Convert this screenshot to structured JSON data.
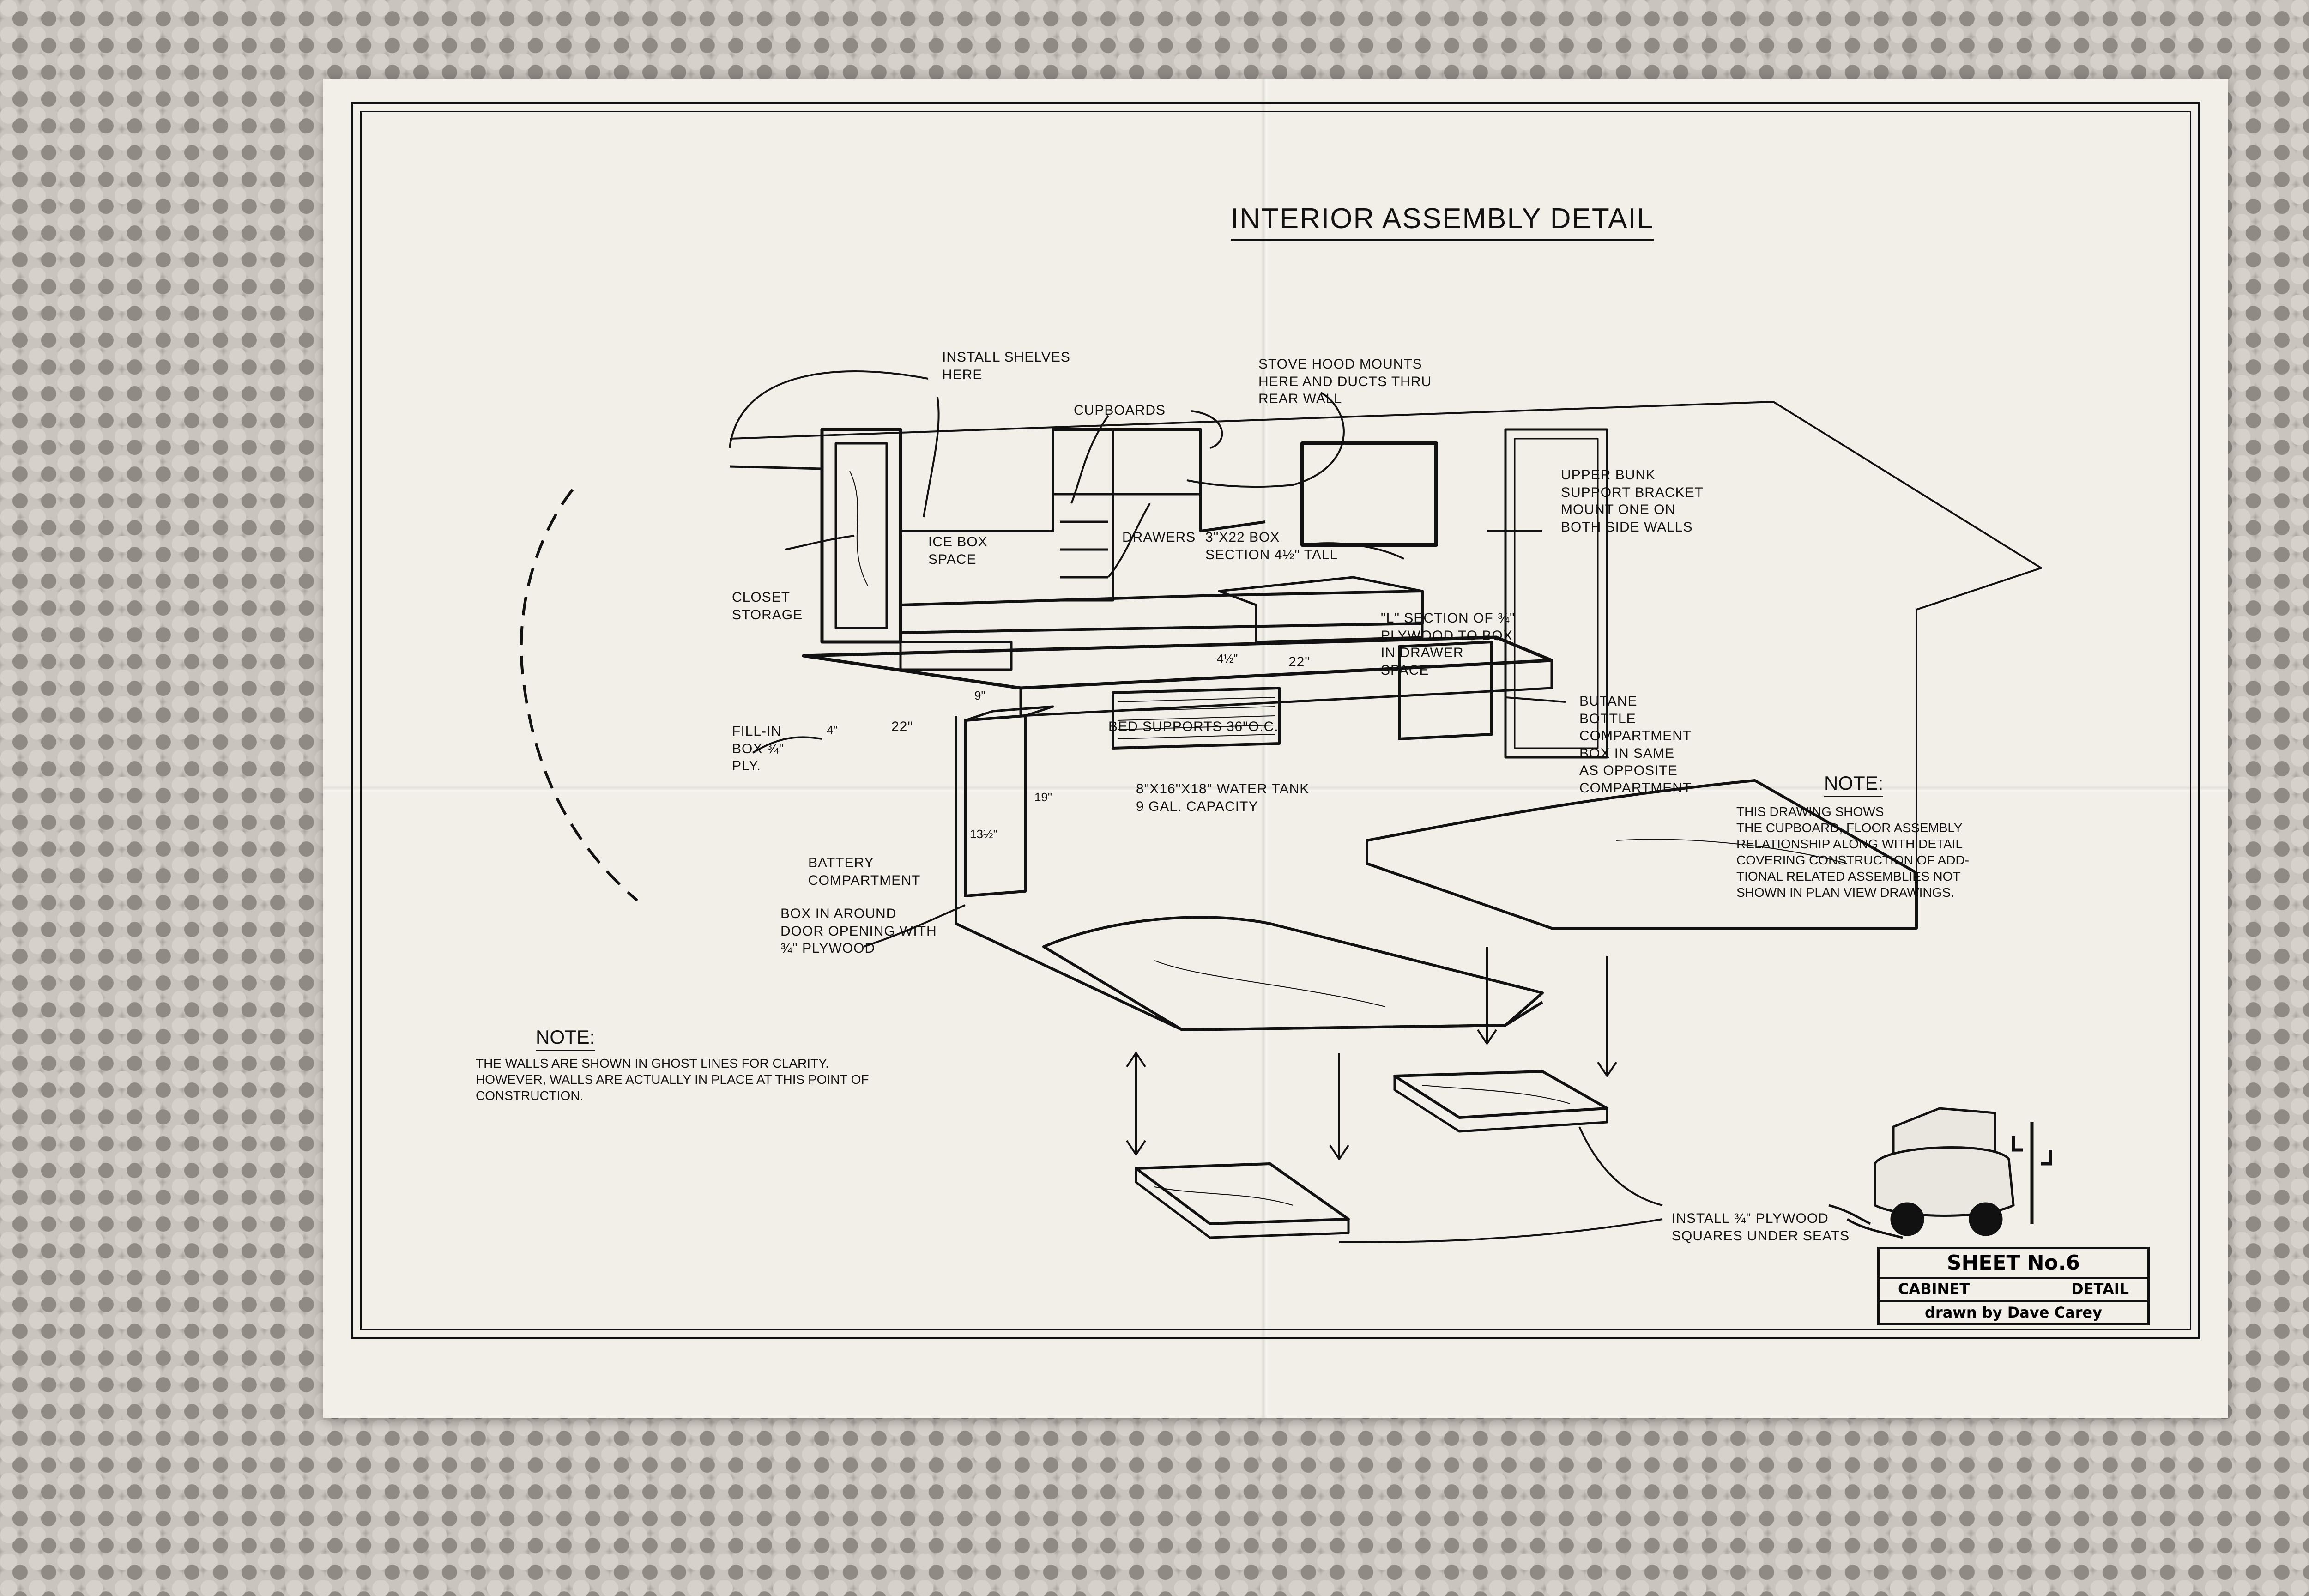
{
  "title": "INTERIOR ASSEMBLY DETAIL",
  "labels": {
    "install_shelves": "INSTALL SHELVES\nHERE",
    "cupboards": "CUPBOARDS",
    "stove_hood": "STOVE HOOD MOUNTS\nHERE AND DUCTS THRU\nREAR WALL",
    "upper_bunk": "UPPER BUNK\nSUPPORT BRACKET\nMOUNT ONE ON\nBOTH SIDE WALLS",
    "ice_box": "ICE BOX\nSPACE",
    "drawers": "DRAWERS",
    "box_section": "3\"X22 BOX\nSECTION 4½\" TALL",
    "closet": "CLOSET\nSTORAGE",
    "l_section": "\"L\" SECTION OF ¾\"\nPLYWOOD TO BOX\nIN DRAWER\nSPACE",
    "dim_22_a": "22\"",
    "dim_22_b": "22\"",
    "dim_4": "4\"",
    "dim_4_half": "4½\"",
    "bed_supports": "BED SUPPORTS 36\"O.C.",
    "fill_in": "FILL-IN\nBOX ¾\"\nPLY.",
    "butane": "BUTANE\nBOTTLE\nCOMPARTMENT\nBOX IN SAME\nAS OPPOSITE\nCOMPARTMENT",
    "water_tank": "8\"X16\"X18\" WATER TANK\n9 GAL. CAPACITY",
    "dim_9": "9\"",
    "dim_19": "19\"",
    "dim_13_half": "13½\"",
    "battery": "BATTERY\nCOMPARTMENT",
    "box_around": "BOX IN AROUND\nDOOR OPENING WITH\n¾\" PLYWOOD",
    "install_squares": "INSTALL ¾\" PLYWOOD\nSQUARES UNDER SEATS"
  },
  "note_right": {
    "heading": "NOTE:",
    "body": "THIS DRAWING SHOWS\nTHE CUPBOARD, FLOOR ASSEMBLY\nRELATIONSHIP ALONG WITH DETAIL\nCOVERING CONSTRUCTION OF ADD-\nTIONAL RELATED ASSEMBLIES NOT\nSHOWN IN PLAN VIEW DRAWINGS."
  },
  "note_left": {
    "heading": "NOTE:",
    "body": "THE WALLS ARE SHOWN IN GHOST LINES FOR CLARITY.\nHOWEVER, WALLS ARE ACTUALLY IN PLACE AT THIS POINT OF\nCONSTRUCTION."
  },
  "title_block": {
    "sheet": "SHEET No.6",
    "cabinet": "CABINET",
    "detail": "DETAIL",
    "drawn_by": "drawn by Dave Carey"
  }
}
